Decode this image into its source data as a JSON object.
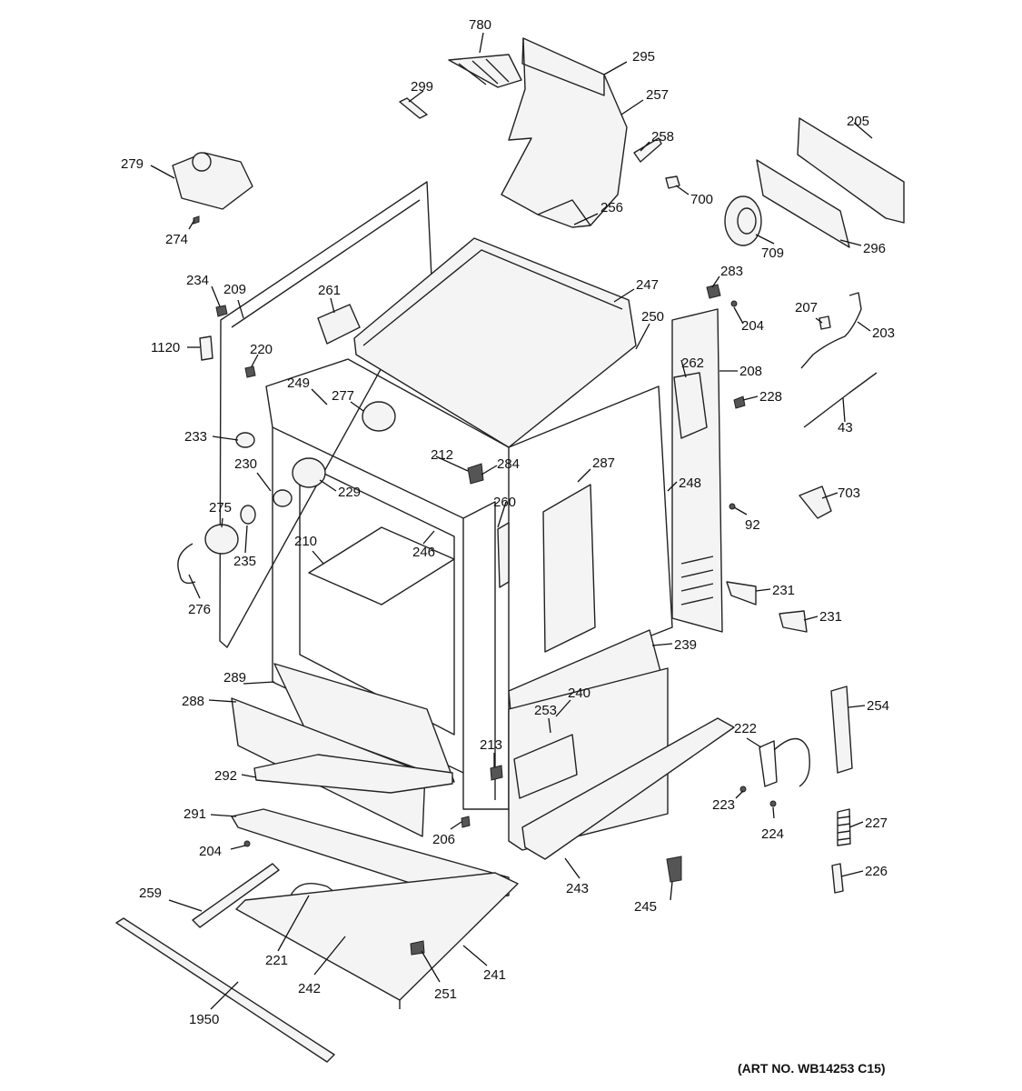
{
  "art_number": "(ART NO. WB14253 C15)",
  "callouts": [
    "780",
    "295",
    "257",
    "299",
    "258",
    "205",
    "279",
    "700",
    "256",
    "274",
    "709",
    "296",
    "234",
    "209",
    "261",
    "247",
    "283",
    "1120",
    "220",
    "250",
    "204",
    "207",
    "203",
    "262",
    "208",
    "249",
    "277",
    "228",
    "43",
    "233",
    "212",
    "284",
    "287",
    "230",
    "229",
    "248",
    "260",
    "703",
    "275",
    "92",
    "210",
    "246",
    "235",
    "231",
    "231",
    "276",
    "239",
    "289",
    "288",
    "240",
    "254",
    "253",
    "222",
    "213",
    "292",
    "223",
    "227",
    "291",
    "206",
    "224",
    "204",
    "243",
    "226",
    "259",
    "245",
    "221",
    "251",
    "241",
    "242",
    "1950"
  ]
}
